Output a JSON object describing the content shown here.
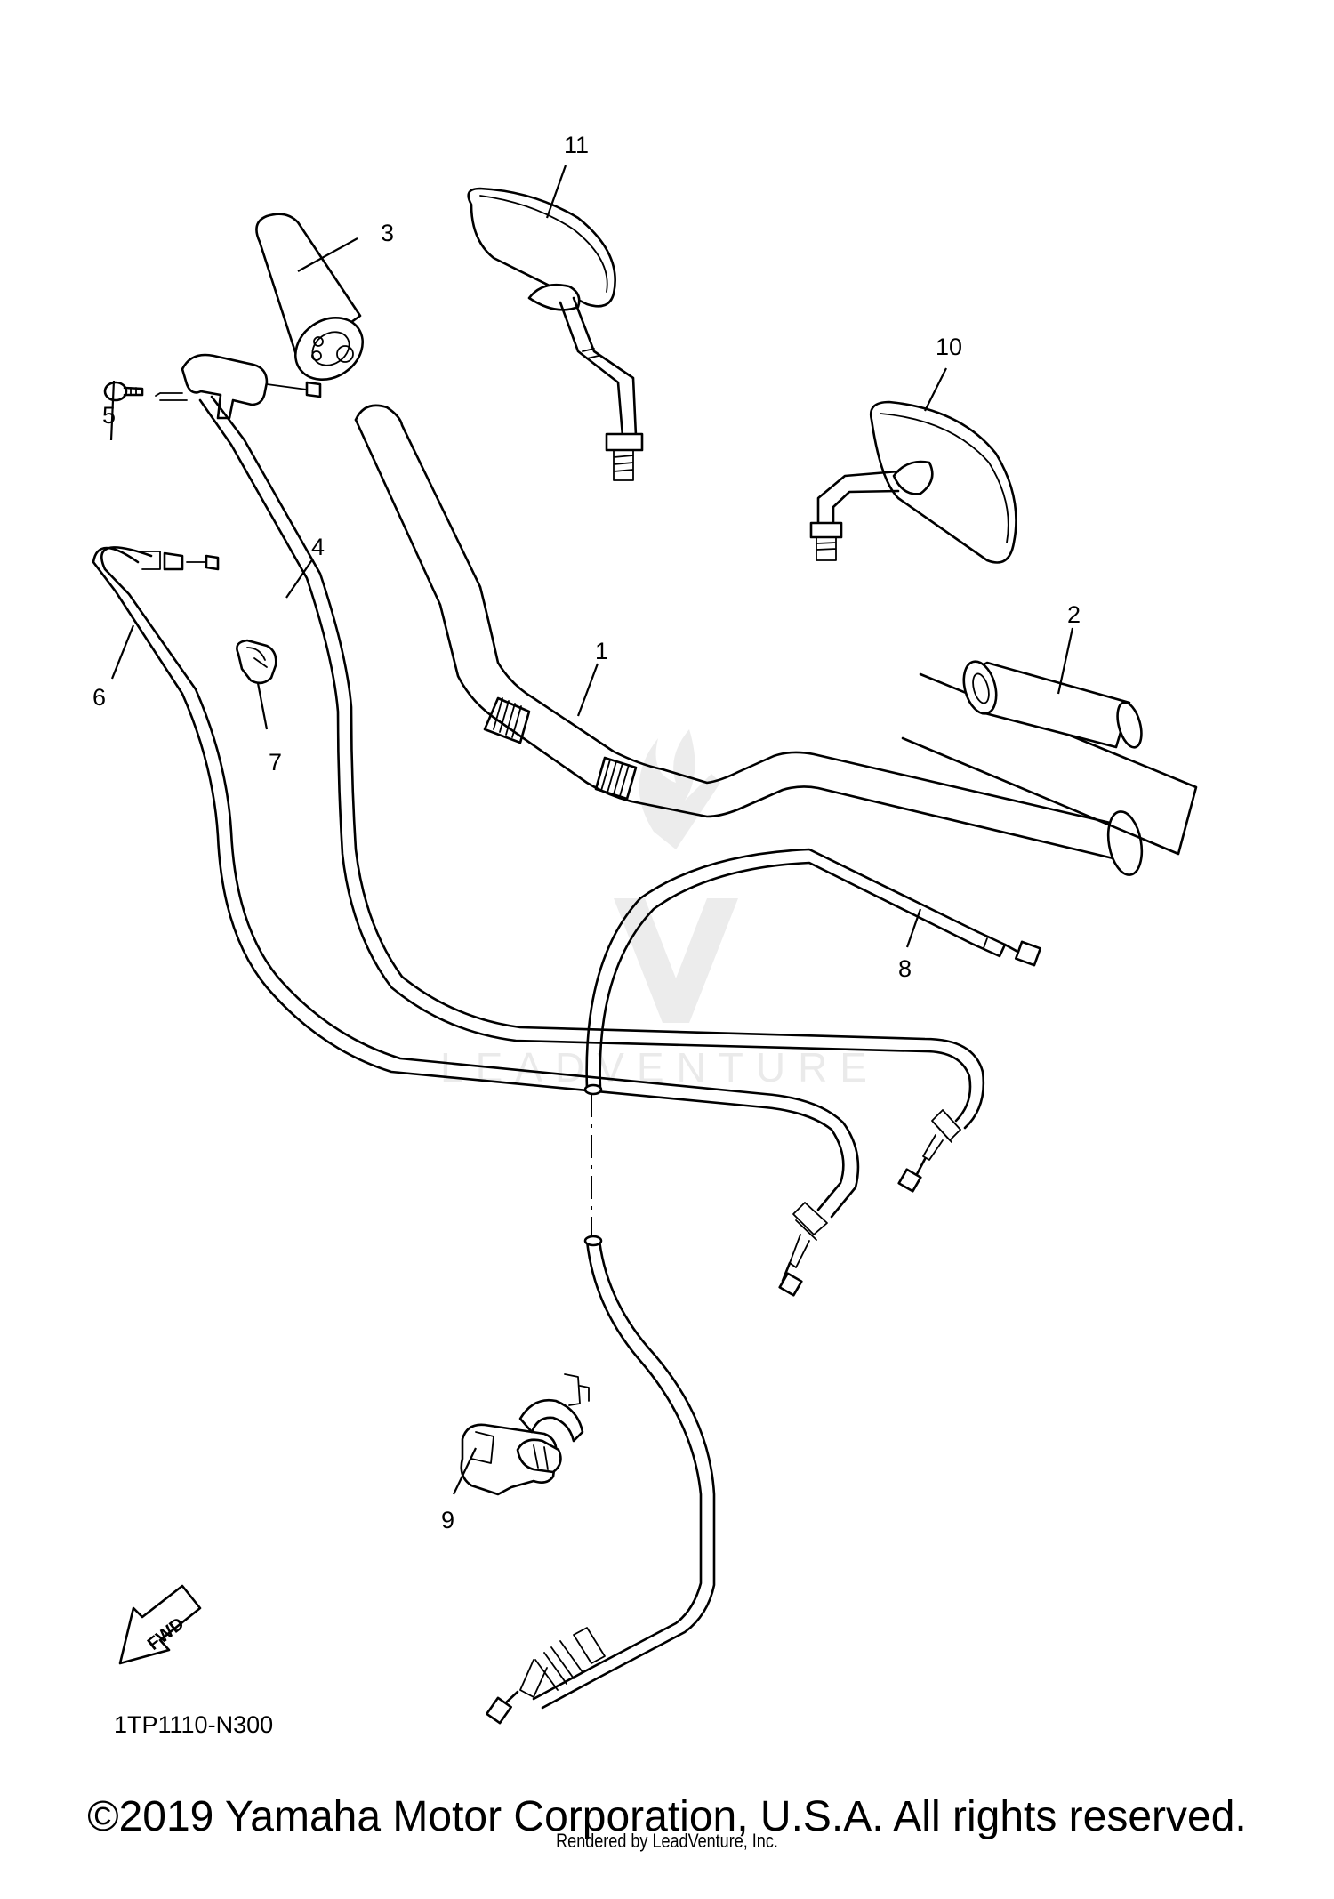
{
  "diagram": {
    "parts": [
      {
        "number": "1",
        "name": "handlebar"
      },
      {
        "number": "2",
        "name": "grip"
      },
      {
        "number": "3",
        "name": "grip"
      },
      {
        "number": "4",
        "name": "throttle-cable"
      },
      {
        "number": "5",
        "name": "bolt"
      },
      {
        "number": "6",
        "name": "throttle-cable"
      },
      {
        "number": "7",
        "name": "cable-clamp"
      },
      {
        "number": "8",
        "name": "clutch-cable"
      },
      {
        "number": "9",
        "name": "cable-holder"
      },
      {
        "number": "10",
        "name": "rear-view-mirror"
      },
      {
        "number": "11",
        "name": "rear-view-mirror"
      }
    ],
    "diagram_code": "1TP1110-N300",
    "fwd_label": "FWD",
    "watermark": "LEADVENTURE"
  },
  "footer": {
    "copyright": "©2019 Yamaha Motor Corporation, U.S.A. All rights reserved.",
    "rendered_by": "Rendered by LeadVenture, Inc."
  },
  "icons": [
    "fwd-arrow-icon",
    "leadventure-logo-icon"
  ]
}
